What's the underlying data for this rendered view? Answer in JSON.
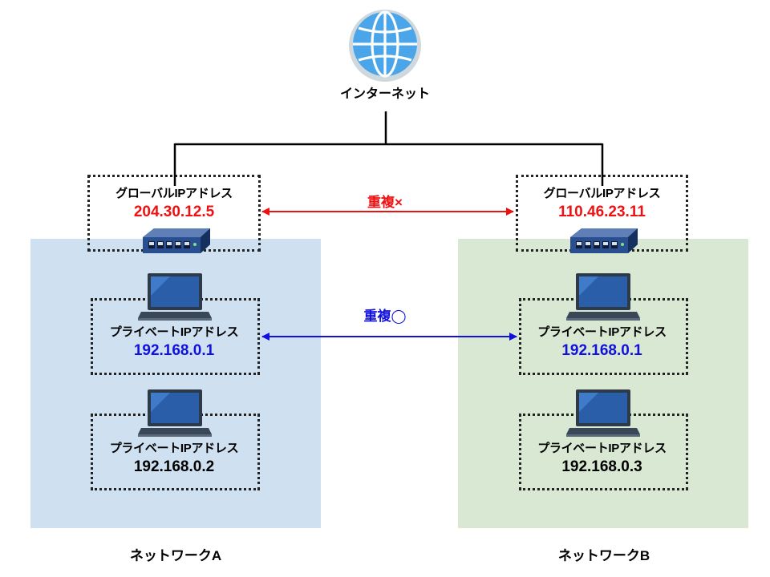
{
  "internet": {
    "label": "インターネット"
  },
  "arrows": {
    "global": {
      "label": "重複×",
      "color": "#ee1111"
    },
    "private": {
      "label": "重複◯",
      "color": "#1111dd"
    }
  },
  "network_a": {
    "name": "ネットワークA",
    "background": "#cfe1f1",
    "router": {
      "type_label": "グローバルIPアドレス",
      "ip": "204.30.12.5",
      "ip_color": "#ee1111"
    },
    "hosts": [
      {
        "type_label": "プライベートIPアドレス",
        "ip": "192.168.0.1",
        "ip_color": "#1111dd"
      },
      {
        "type_label": "プライベートIPアドレス",
        "ip": "192.168.0.2",
        "ip_color": "#000000"
      }
    ]
  },
  "network_b": {
    "name": "ネットワークB",
    "background": "#d8e8d2",
    "router": {
      "type_label": "グローバルIPアドレス",
      "ip": "110.46.23.11",
      "ip_color": "#ee1111"
    },
    "hosts": [
      {
        "type_label": "プライベートIPアドレス",
        "ip": "192.168.0.1",
        "ip_color": "#1111dd"
      },
      {
        "type_label": "プライベートIPアドレス",
        "ip": "192.168.0.3",
        "ip_color": "#000000"
      }
    ]
  }
}
